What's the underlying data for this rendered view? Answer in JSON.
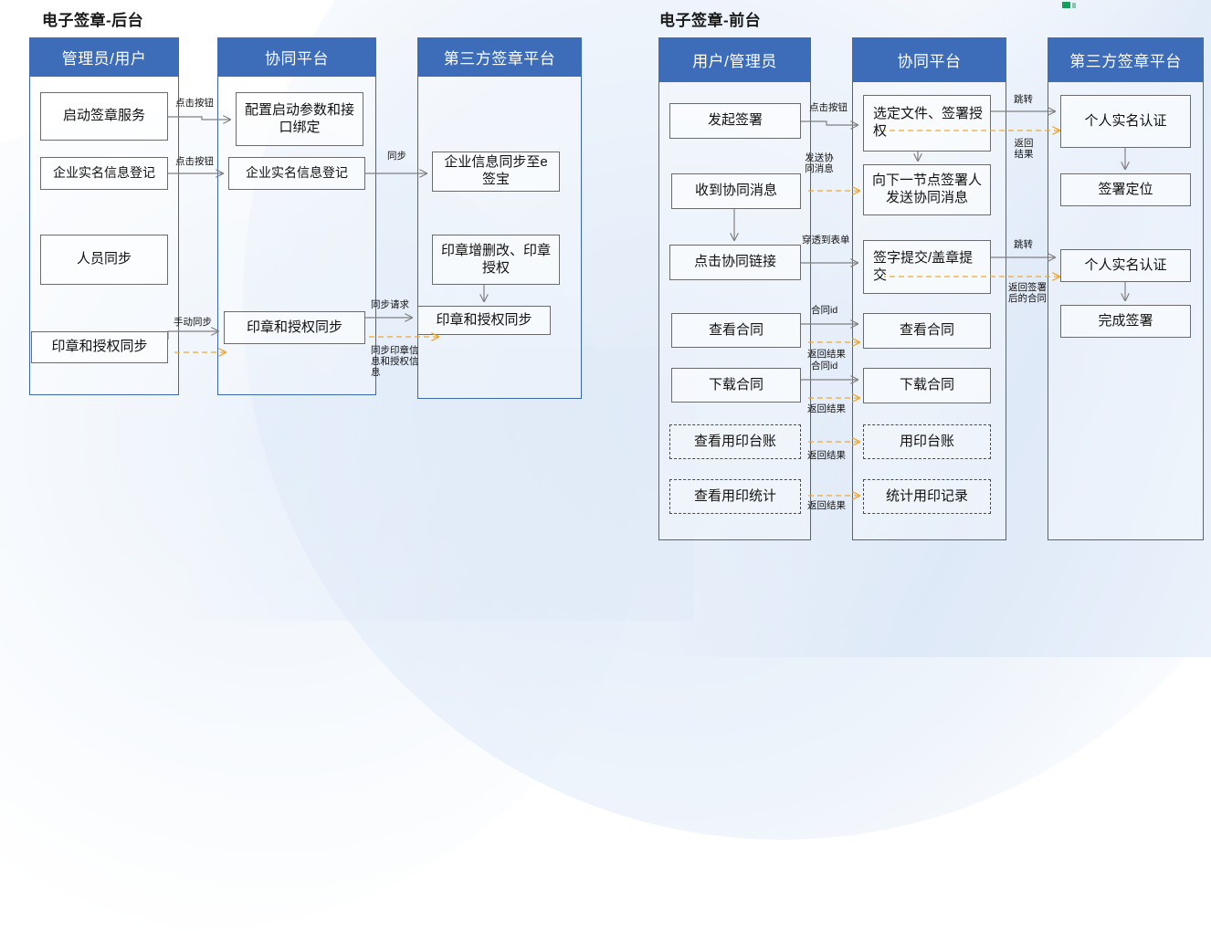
{
  "diagrams": [
    {
      "id": "backend",
      "title": "电子签章-后台",
      "lanes": [
        {
          "header": "管理员/用户"
        },
        {
          "header": "协同平台"
        },
        {
          "header": "第三方签章平台"
        }
      ],
      "nodes": [
        {
          "id": "b-a1",
          "text": "启动签章服务",
          "lane": 0,
          "style": "solid"
        },
        {
          "id": "b-a2",
          "text": "企业实名信息登记",
          "lane": 0,
          "style": "solid"
        },
        {
          "id": "b-a3",
          "text": "人员同步",
          "lane": 0,
          "style": "solid"
        },
        {
          "id": "b-a4",
          "text": "印章和授权同步",
          "lane": 0,
          "style": "solid"
        },
        {
          "id": "b-b1",
          "text": "配置启动参数和接口绑定",
          "lane": 1,
          "style": "solid"
        },
        {
          "id": "b-b2",
          "text": "企业实名信息登记",
          "lane": 1,
          "style": "solid"
        },
        {
          "id": "b-b3",
          "text": "印章和授权同步",
          "lane": 1,
          "style": "solid"
        },
        {
          "id": "b-c1",
          "text": "企业信息同步至e签宝",
          "lane": 2,
          "style": "solid"
        },
        {
          "id": "b-c2",
          "text": "印章增删改、印章授权",
          "lane": 2,
          "style": "solid"
        },
        {
          "id": "b-c3",
          "text": "印章和授权同步",
          "lane": 2,
          "style": "solid"
        }
      ],
      "edge_labels": [
        {
          "id": "b-l1",
          "text": "点击按钮"
        },
        {
          "id": "b-l2",
          "text": "点击按钮"
        },
        {
          "id": "b-l3",
          "text": "同步"
        },
        {
          "id": "b-l4",
          "text": "手动同步"
        },
        {
          "id": "b-l5",
          "text": "同步请求"
        },
        {
          "id": "b-l6",
          "text": "同步印章信息和授权信息"
        }
      ]
    },
    {
      "id": "frontend",
      "title": "电子签章-前台",
      "lanes": [
        {
          "header": "用户/管理员"
        },
        {
          "header": "协同平台"
        },
        {
          "header": "第三方签章平台"
        }
      ],
      "nodes": [
        {
          "id": "f-a1",
          "text": "发起签署",
          "lane": 0,
          "style": "solid"
        },
        {
          "id": "f-a2",
          "text": "收到协同消息",
          "lane": 0,
          "style": "solid"
        },
        {
          "id": "f-a3",
          "text": "点击协同链接",
          "lane": 0,
          "style": "solid"
        },
        {
          "id": "f-a4",
          "text": "查看合同",
          "lane": 0,
          "style": "solid"
        },
        {
          "id": "f-a5",
          "text": "下载合同",
          "lane": 0,
          "style": "solid"
        },
        {
          "id": "f-a6",
          "text": "查看用印台账",
          "lane": 0,
          "style": "dashed"
        },
        {
          "id": "f-a7",
          "text": "查看用印统计",
          "lane": 0,
          "style": "dashed"
        },
        {
          "id": "f-b1",
          "text": "选定文件、签署授权",
          "lane": 1,
          "style": "solid"
        },
        {
          "id": "f-b2",
          "text": "向下一节点签署人发送协同消息",
          "lane": 1,
          "style": "solid"
        },
        {
          "id": "f-b3",
          "text": "签字提交/盖章提交",
          "lane": 1,
          "style": "solid"
        },
        {
          "id": "f-b4",
          "text": "查看合同",
          "lane": 1,
          "style": "solid"
        },
        {
          "id": "f-b5",
          "text": "下载合同",
          "lane": 1,
          "style": "solid"
        },
        {
          "id": "f-b6",
          "text": "用印台账",
          "lane": 1,
          "style": "dashed"
        },
        {
          "id": "f-b7",
          "text": "统计用印记录",
          "lane": 1,
          "style": "dashed"
        },
        {
          "id": "f-c1",
          "text": "个人实名认证",
          "lane": 2,
          "style": "solid"
        },
        {
          "id": "f-c2",
          "text": "签署定位",
          "lane": 2,
          "style": "solid"
        },
        {
          "id": "f-c3",
          "text": "个人实名认证",
          "lane": 2,
          "style": "solid"
        },
        {
          "id": "f-c4",
          "text": "完成签署",
          "lane": 2,
          "style": "solid"
        }
      ],
      "edge_labels": [
        {
          "id": "f-l1",
          "text": "点击按钮"
        },
        {
          "id": "f-l2",
          "text": "跳转"
        },
        {
          "id": "f-l3",
          "text": "返回结果"
        },
        {
          "id": "f-l4",
          "text": "发送协同消息"
        },
        {
          "id": "f-l5",
          "text": "穿透到表单"
        },
        {
          "id": "f-l6",
          "text": "跳转"
        },
        {
          "id": "f-l7",
          "text": "返回签署后的合同"
        },
        {
          "id": "f-l8",
          "text": "合同id"
        },
        {
          "id": "f-l9",
          "text": "返回结果"
        },
        {
          "id": "f-l10",
          "text": "合同id"
        },
        {
          "id": "f-l11",
          "text": "返回结果"
        },
        {
          "id": "f-l12",
          "text": "返回结果"
        },
        {
          "id": "f-l13",
          "text": "返回结果"
        }
      ]
    }
  ],
  "colors": {
    "lane_header_bg": "#3d6cb9",
    "lane_border": "#3a67ad",
    "node_border": "#6b6b6b",
    "solid_arrow": "#808080",
    "dashed_arrow": "#f0a930",
    "text": "#111111"
  }
}
